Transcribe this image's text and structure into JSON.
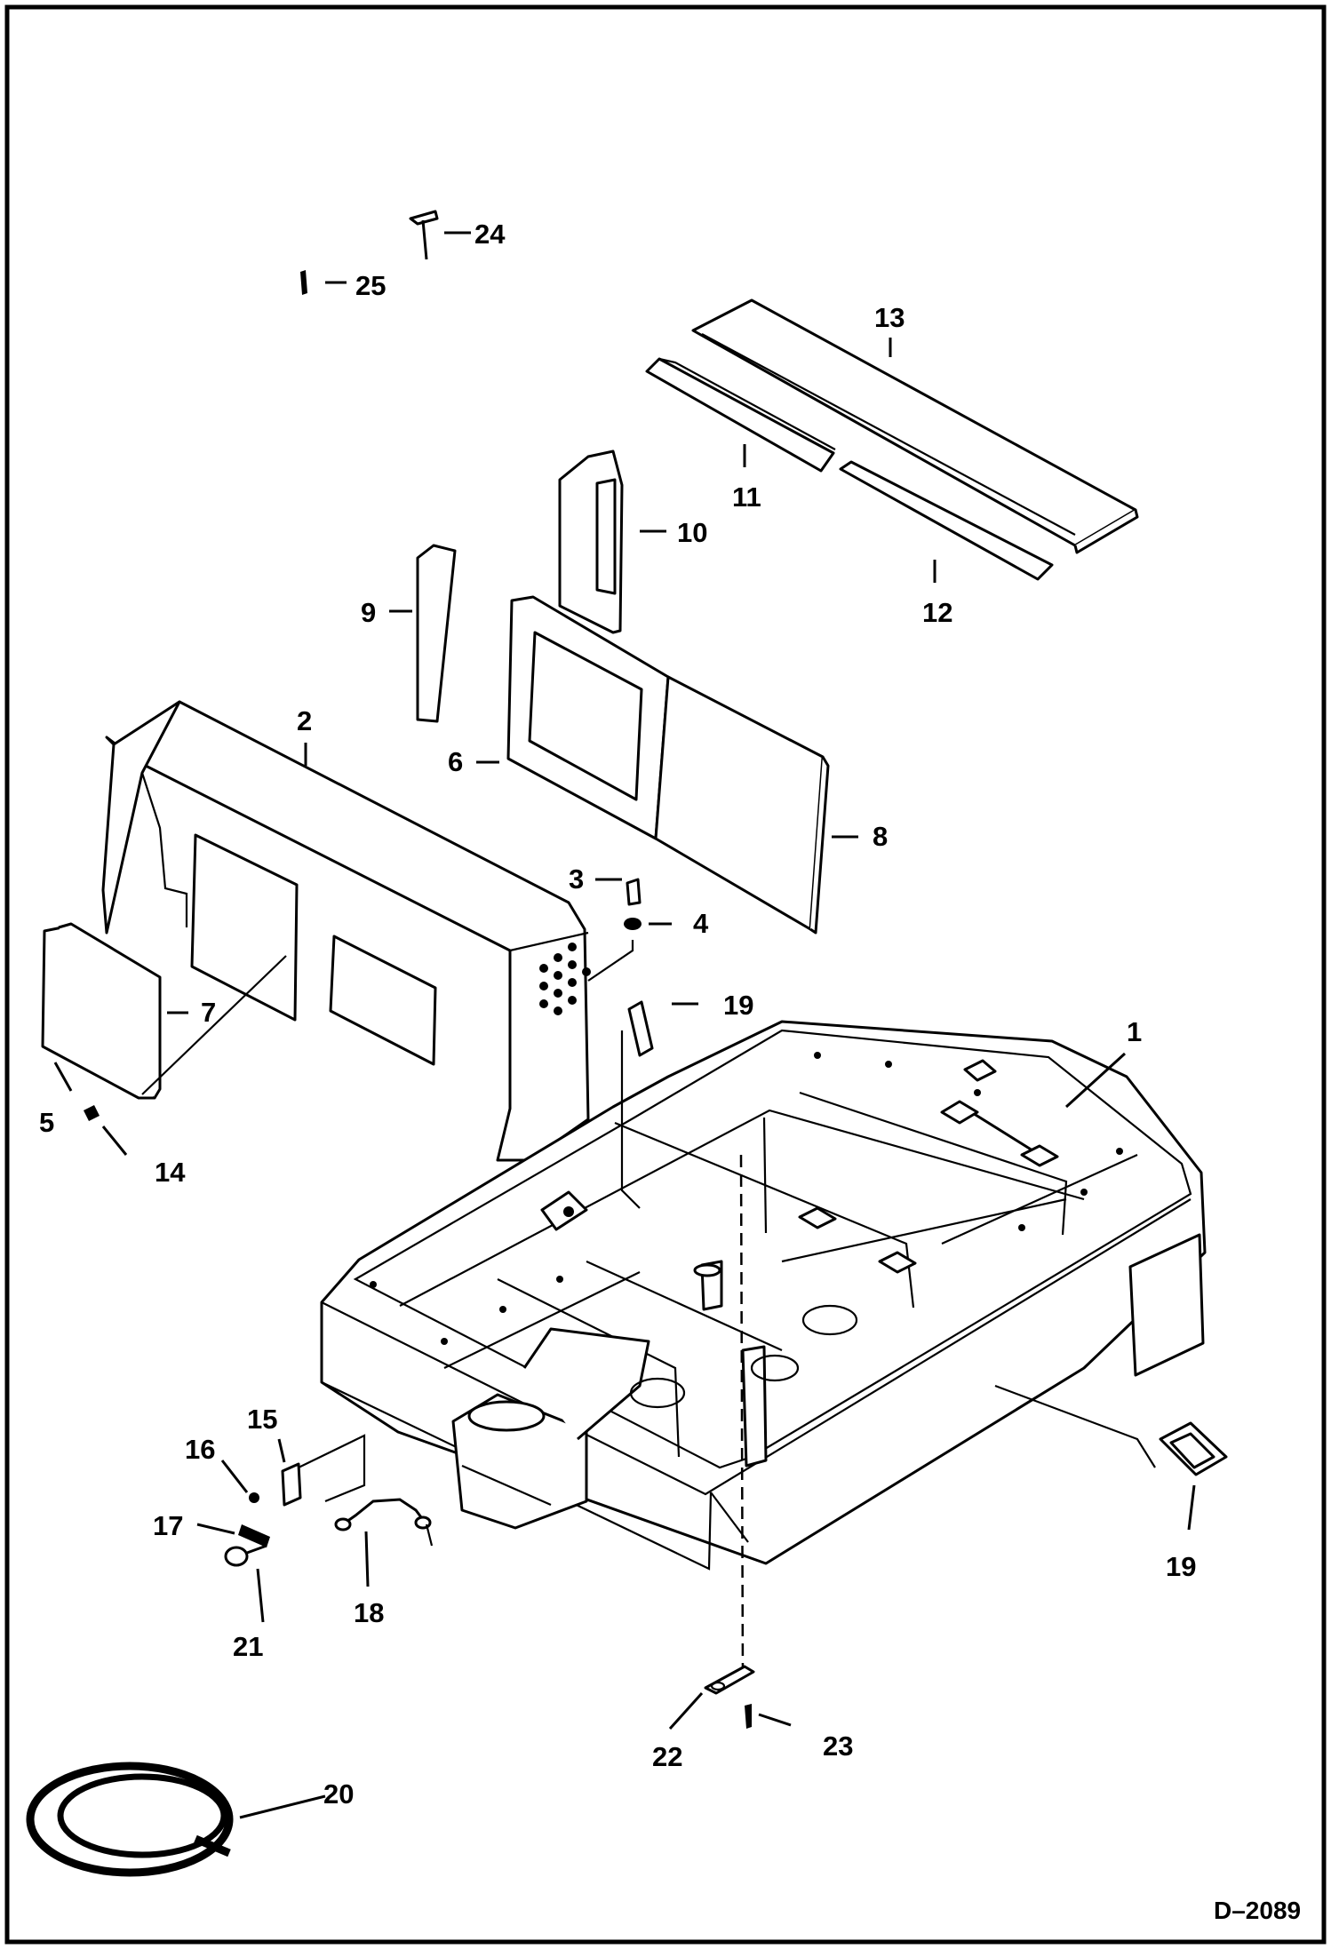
{
  "diagram": {
    "drawing_code": "D–2089",
    "callouts": {
      "c1": "1",
      "c2": "2",
      "c3": "3",
      "c4": "4",
      "c5": "5",
      "c6": "6",
      "c7": "7",
      "c8": "8",
      "c9": "9",
      "c10": "10",
      "c11": "11",
      "c12": "12",
      "c13": "13",
      "c14": "14",
      "c15": "15",
      "c16": "16",
      "c17": "17",
      "c18": "18",
      "c19a": "19",
      "c19b": "19",
      "c20": "20",
      "c21": "21",
      "c22": "22",
      "c23": "23",
      "c24": "24",
      "c25": "25"
    }
  }
}
